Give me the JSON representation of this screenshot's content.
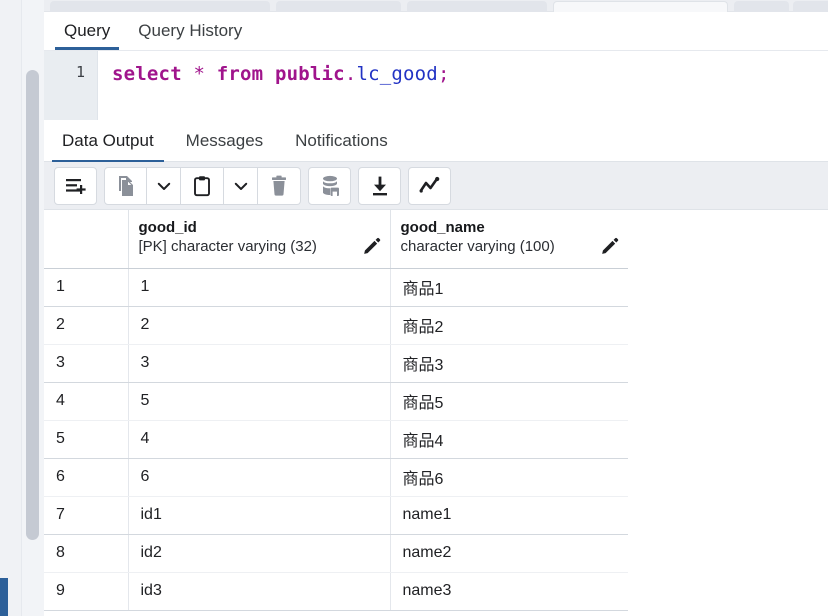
{
  "window": {
    "top_tabs_partial": [
      "",
      "",
      "",
      "",
      "",
      "",
      "",
      ""
    ]
  },
  "editor": {
    "tabs": [
      {
        "label": "Query",
        "active": true
      },
      {
        "label": "Query History",
        "active": false
      }
    ],
    "line_numbers": [
      "1"
    ],
    "sql": {
      "full": "select * from public.lc_good;",
      "tokens": [
        {
          "text": "select",
          "kind": "keyword"
        },
        {
          "text": " ",
          "kind": "plain"
        },
        {
          "text": "*",
          "kind": "operator"
        },
        {
          "text": " ",
          "kind": "plain"
        },
        {
          "text": "from",
          "kind": "keyword"
        },
        {
          "text": " ",
          "kind": "plain"
        },
        {
          "text": "public",
          "kind": "keyword"
        },
        {
          "text": ".",
          "kind": "punctuation"
        },
        {
          "text": "lc_good",
          "kind": "identifier"
        },
        {
          "text": ";",
          "kind": "punctuation"
        }
      ]
    }
  },
  "results": {
    "tabs": [
      {
        "label": "Data Output",
        "active": true
      },
      {
        "label": "Messages",
        "active": false
      },
      {
        "label": "Notifications",
        "active": false
      }
    ],
    "toolbar": [
      {
        "name": "add-row-button",
        "icon": "add-row-icon",
        "enabled": true,
        "group": 0,
        "tooltip": "Add row"
      },
      {
        "name": "copy-button",
        "icon": "copy-icon",
        "enabled": false,
        "group": 1,
        "tooltip": "Copy"
      },
      {
        "name": "copy-options-button",
        "icon": "chevron-down-icon",
        "enabled": true,
        "group": 1,
        "tooltip": "Copy options"
      },
      {
        "name": "paste-button",
        "icon": "clipboard-icon",
        "enabled": true,
        "group": 1,
        "tooltip": "Paste"
      },
      {
        "name": "paste-options-button",
        "icon": "chevron-down-icon",
        "enabled": true,
        "group": 1,
        "tooltip": "Paste options"
      },
      {
        "name": "delete-row-button",
        "icon": "trash-icon",
        "enabled": false,
        "group": 1,
        "tooltip": "Delete row"
      },
      {
        "name": "save-data-button",
        "icon": "database-save-icon",
        "enabled": false,
        "group": 2,
        "tooltip": "Save data changes"
      },
      {
        "name": "download-button",
        "icon": "download-icon",
        "enabled": true,
        "group": 3,
        "tooltip": "Download as CSV"
      },
      {
        "name": "graph-visualiser-button",
        "icon": "line-chart-icon",
        "enabled": true,
        "group": 4,
        "tooltip": "Graph Visualiser"
      }
    ],
    "grid": {
      "rownum_header": "",
      "columns": [
        {
          "name": "good_id",
          "type": "[PK] character varying (32)",
          "pk": true,
          "edit_icon": "pencil-icon"
        },
        {
          "name": "good_name",
          "type": "character varying (100)",
          "pk": false,
          "edit_icon": "pencil-icon"
        }
      ],
      "rows": [
        {
          "n": "1",
          "good_id": "1",
          "good_name": "商品1",
          "band_end": true
        },
        {
          "n": "2",
          "good_id": "2",
          "good_name": "商品2",
          "band_end": false
        },
        {
          "n": "3",
          "good_id": "3",
          "good_name": "商品3",
          "band_end": true
        },
        {
          "n": "4",
          "good_id": "5",
          "good_name": "商品5",
          "band_end": false
        },
        {
          "n": "5",
          "good_id": "4",
          "good_name": "商品4",
          "band_end": true
        },
        {
          "n": "6",
          "good_id": "6",
          "good_name": "商品6",
          "band_end": false
        },
        {
          "n": "7",
          "good_id": "id1",
          "good_name": "name1",
          "band_end": true
        },
        {
          "n": "8",
          "good_id": "id2",
          "good_name": "name2",
          "band_end": false
        },
        {
          "n": "9",
          "good_id": "id3",
          "good_name": "name3",
          "band_end": true
        }
      ]
    }
  },
  "colors": {
    "accent": "#2d6099",
    "toolbar_bg": "#eceef2",
    "gutter_bg": "#e9edf1",
    "sql_keyword": "#a0148c",
    "sql_identifier": "#2233c4",
    "icon_disabled": "#8b9099",
    "scrollbar_thumb": "#c5cad3"
  }
}
